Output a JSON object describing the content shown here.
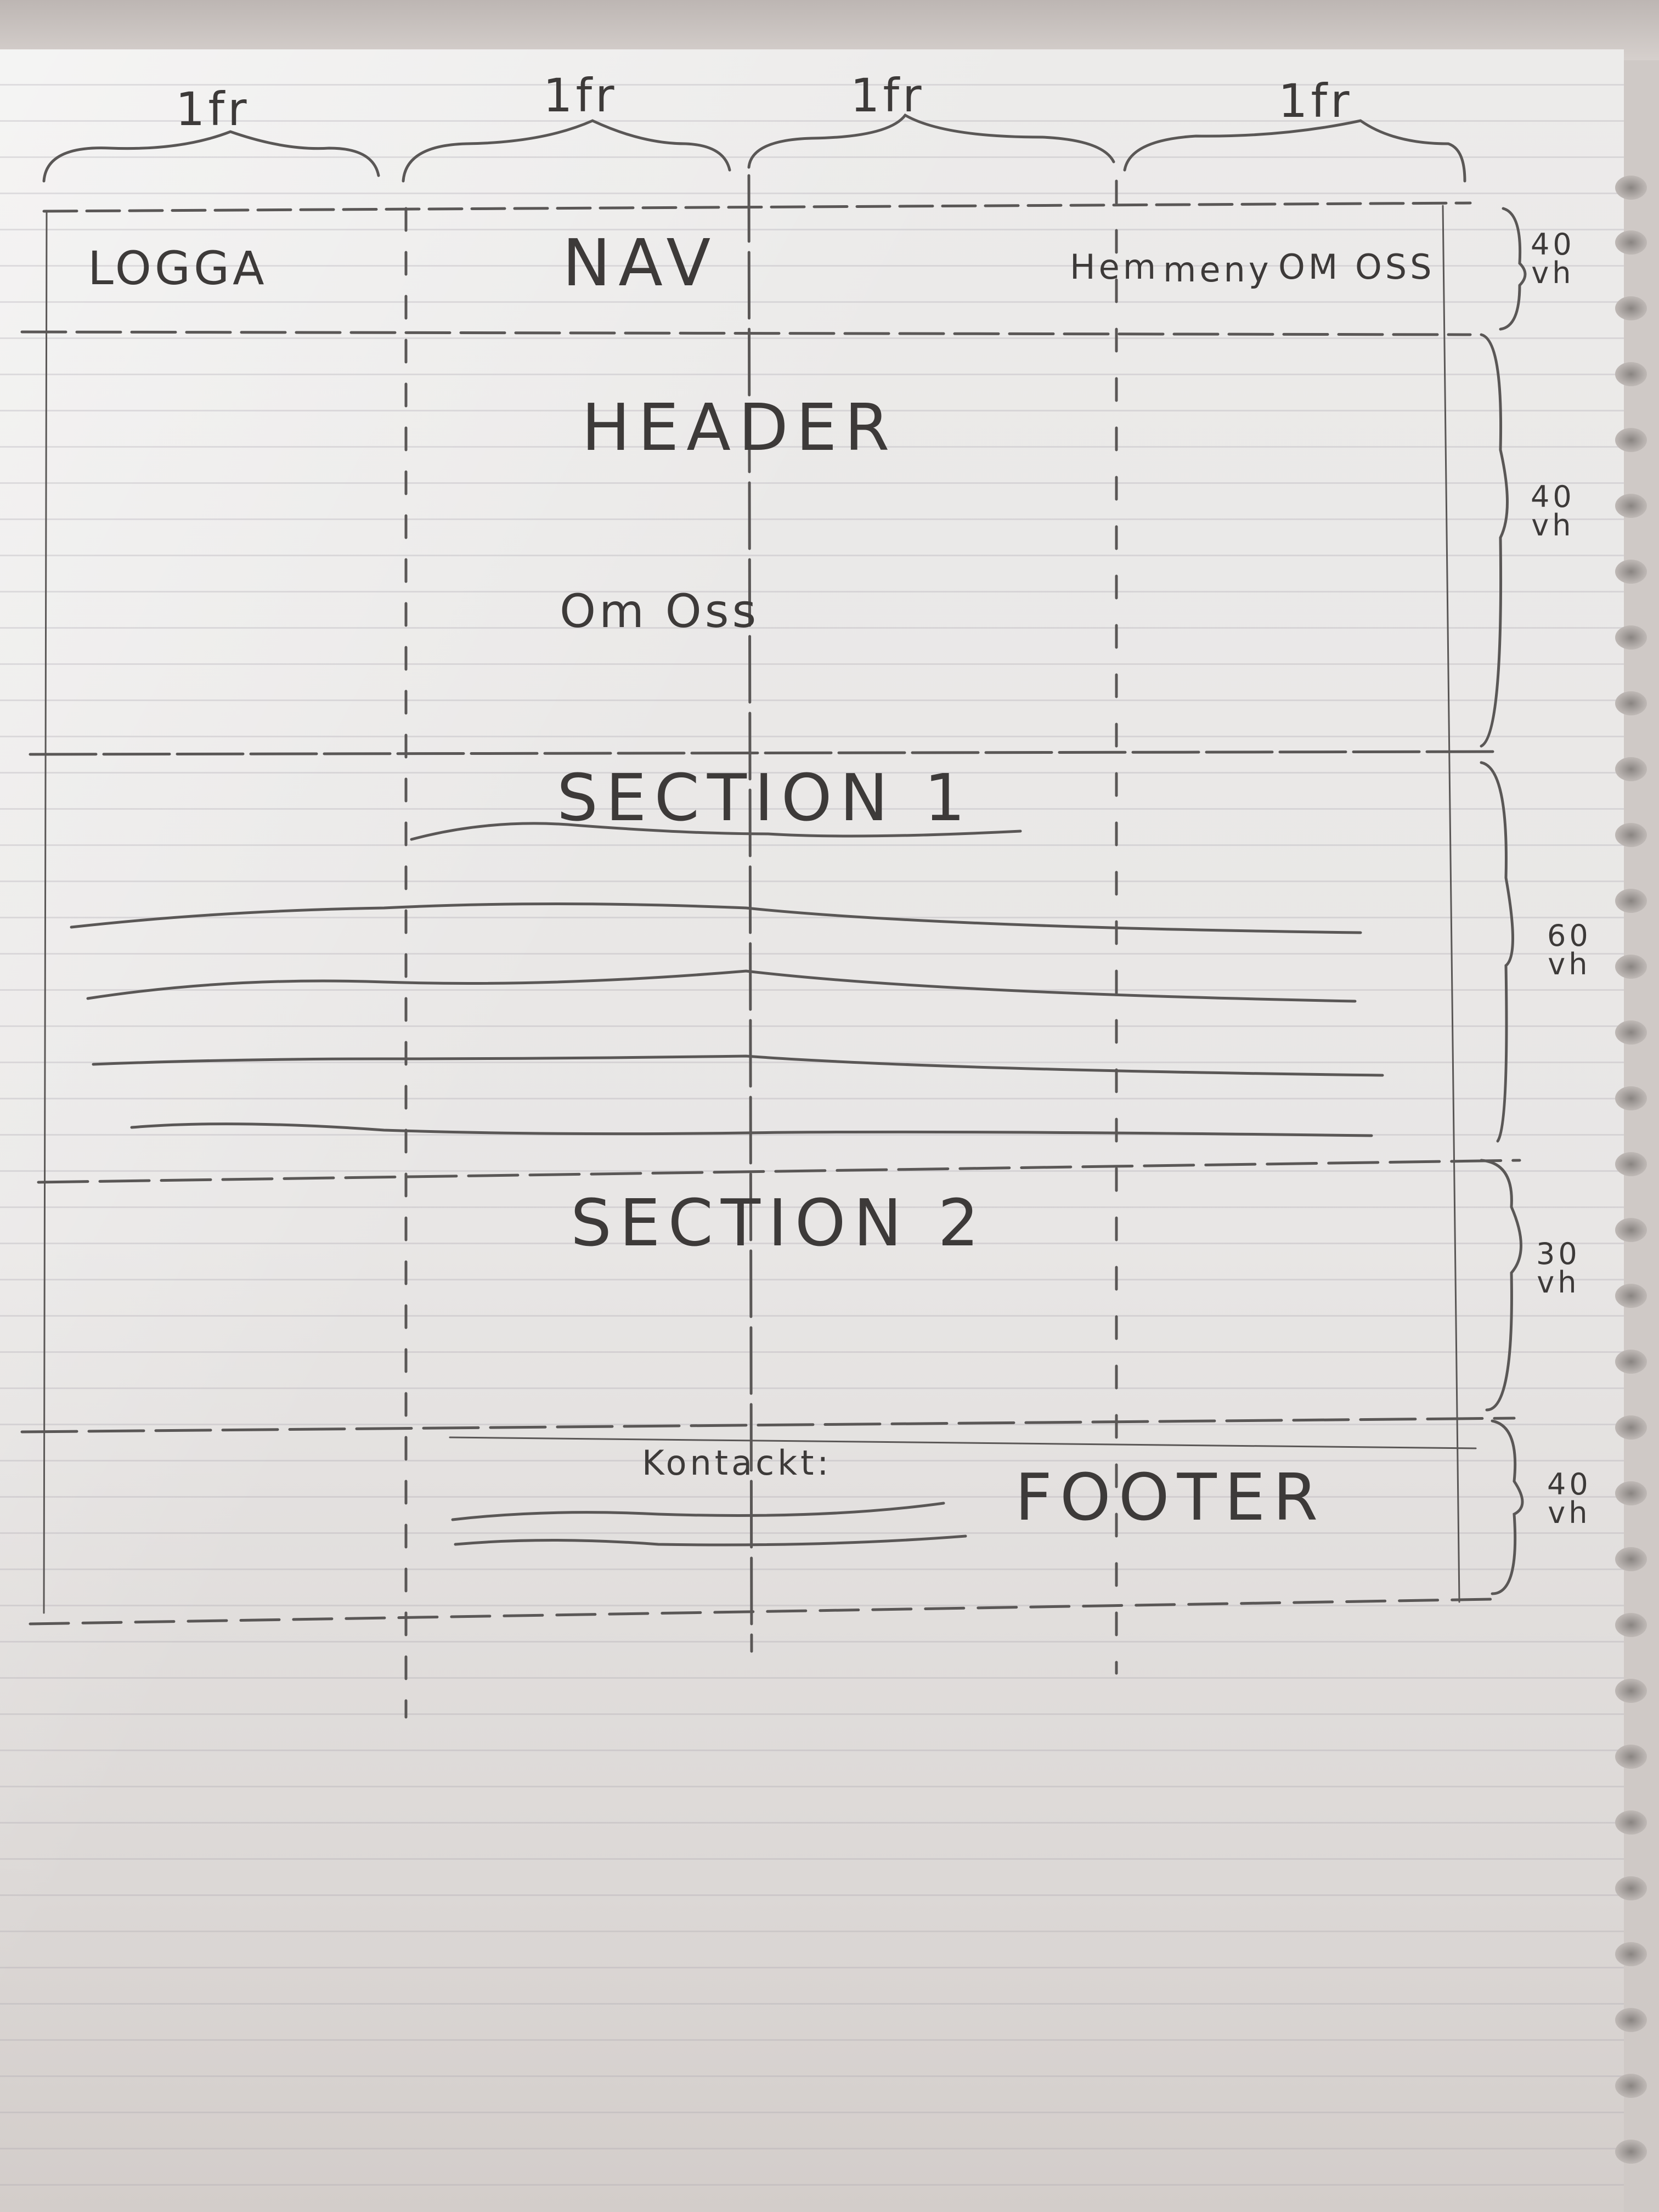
{
  "column_labels": [
    "1fr",
    "1fr",
    "1fr",
    "1fr"
  ],
  "nav": {
    "logo": "LOGGA",
    "title": "NAV",
    "links": [
      "Hem",
      "meny",
      "OM OSS"
    ],
    "height": "40\nvh"
  },
  "header": {
    "title": "HEADER",
    "subtitle": "Om Oss",
    "height": "40\nvh"
  },
  "section1": {
    "title": "SECTION 1",
    "height": "60\nvh"
  },
  "section2": {
    "title": "SECTION 2",
    "height": "30\nvh"
  },
  "footer": {
    "contact": "Kontackt:",
    "title": "FOOTER",
    "height": "40\nvh"
  }
}
